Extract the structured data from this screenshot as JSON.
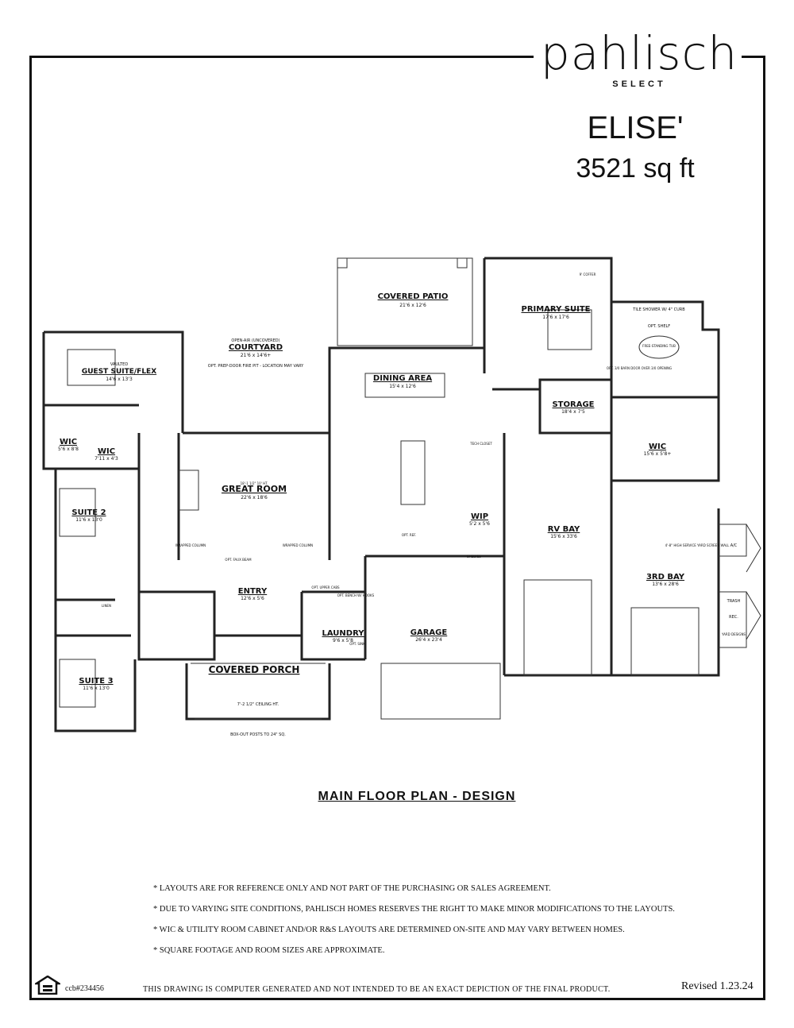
{
  "header": {
    "brand": "pahlisch",
    "brand_sub": "SELECT",
    "plan_name": "ELISE'",
    "square_footage": "3521 sq ft"
  },
  "floor_plan": {
    "caption": "MAIN FLOOR PLAN - DESIGN",
    "rooms": [
      {
        "name": "COVERED PATIO",
        "dims": "21'6 x 12'6"
      },
      {
        "name": "PRIMARY SUITE",
        "dims": "17'6 x 17'6"
      },
      {
        "name": "COURTYARD",
        "dims": "21'6 x 14'6+"
      },
      {
        "name": "GUEST SUITE/FLEX",
        "dims": "14'6 x 13'3"
      },
      {
        "name": "DINING AREA",
        "dims": "15'4 x 12'6"
      },
      {
        "name": "STORAGE",
        "dims": "18'4 x 7'5"
      },
      {
        "name": "WIC",
        "dims": "5'6 x 8'8"
      },
      {
        "name": "WIC",
        "dims": "7'11 x 4'3"
      },
      {
        "name": "WIC",
        "dims": "15'6 x 5'8+"
      },
      {
        "name": "GREAT ROOM",
        "dims": "22'6 x 18'6"
      },
      {
        "name": "SUITE 2",
        "dims": "11'6 x 13'0"
      },
      {
        "name": "WIP",
        "dims": "5'2 x 5'6"
      },
      {
        "name": "RV BAY",
        "dims": "15'6 x 33'6"
      },
      {
        "name": "3RD BAY",
        "dims": "13'6 x 28'6"
      },
      {
        "name": "ENTRY",
        "dims": "12'6 x 5'6"
      },
      {
        "name": "LAUNDRY",
        "dims": "9'6 x 5'8"
      },
      {
        "name": "GARAGE",
        "dims": "26'4 x 23'4"
      },
      {
        "name": "SUITE 3",
        "dims": "11'6 x 13'0"
      },
      {
        "name": "COVERED PORCH",
        "dims": ""
      }
    ],
    "notes": {
      "courtyard_top": "OPEN-AIR (UNCOVERED)",
      "courtyard_fire": "OPT. PREP-DOOR FIRE PIT - LOCATION MAY VARY",
      "guest_vaulted": "VAULTED",
      "tile_shower": "TILE SHOWER W/ 4\" CURB",
      "opt_shelf": "OPT. SHELF",
      "free_tub": "FREE-STANDING TUB",
      "barn_door": "OPT. 3/0 BARN DOOR OVER 3/0 OPENING",
      "coffer": "9' COFFER",
      "tech_closet": "TECH CLOSET",
      "ceiling_ht": "7'-2 1/2\" CEILING HT.",
      "posts": "BOX-OUT POSTS TO 24\" SQ.",
      "rv_wall": "4'-8\" HIGH SERVICE YARD SCREEN WALL",
      "trash": "TRASH",
      "rec": "REC.",
      "yard_designs": "YARD DESIGNS",
      "ac": "A/C",
      "opt_bench": "OPT. BENCH W/ HOOKS",
      "opt_upper": "OPT. UPPER CABS",
      "opt_sink": "OPT. SINK",
      "linen": "LINEN",
      "wrapped": "WRAPPED COLUMN",
      "faux_beam": "OPT. FAUX BEAM",
      "great_ht": "18'-1 1/2\" 10' HT.",
      "opt_ref": "OPT. REF.",
      "shelves": "SHELVES"
    }
  },
  "disclaimers": [
    "* LAYOUTS ARE FOR REFERENCE ONLY AND NOT PART OF THE PURCHASING OR SALES AGREEMENT.",
    "* DUE TO VARYING SITE CONDITIONS, PAHLISCH HOMES RESERVES THE RIGHT TO MAKE MINOR MODIFICATIONS TO THE LAYOUTS.",
    "* WIC & UTILITY ROOM CABINET AND/OR R&S LAYOUTS ARE DETERMINED ON-SITE AND MAY VARY BETWEEN HOMES.",
    "* SQUARE FOOTAGE AND ROOM SIZES ARE APPROXIMATE."
  ],
  "footer": {
    "ccb": "ccb#234456",
    "disclaimer": "THIS DRAWING IS COMPUTER GENERATED AND NOT INTENDED TO BE AN EXACT DEPICTION OF THE FINAL PRODUCT.",
    "revised": "Revised 1.23.24",
    "equal_housing_icon": "equal-housing-opportunity-icon"
  }
}
